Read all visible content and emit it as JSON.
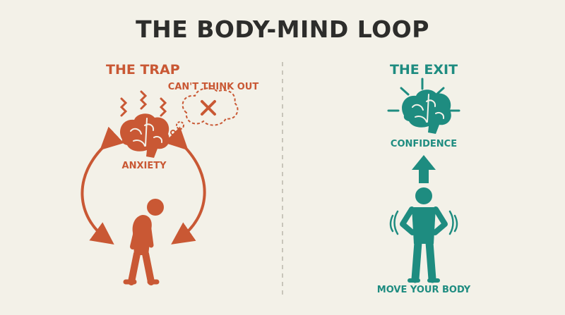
{
  "title": "THE BODY-MIND LOOP",
  "trap": {
    "heading": "THE TRAP",
    "thought": "CAN'T THINK OUT",
    "label": "ANXIETY"
  },
  "exit": {
    "heading": "THE EXIT",
    "label_top": "CONFIDENCE",
    "label_bottom": "MOVE YOUR BODY"
  },
  "colors": {
    "trap": "#c95834",
    "exit": "#1e8c80",
    "title": "#2d2d2b",
    "background": "#f3f1e8"
  },
  "icons": [
    "brain-icon",
    "thought-bubble-icon",
    "x-mark-icon",
    "slumped-person-icon",
    "confident-person-icon",
    "up-arrow-icon"
  ]
}
